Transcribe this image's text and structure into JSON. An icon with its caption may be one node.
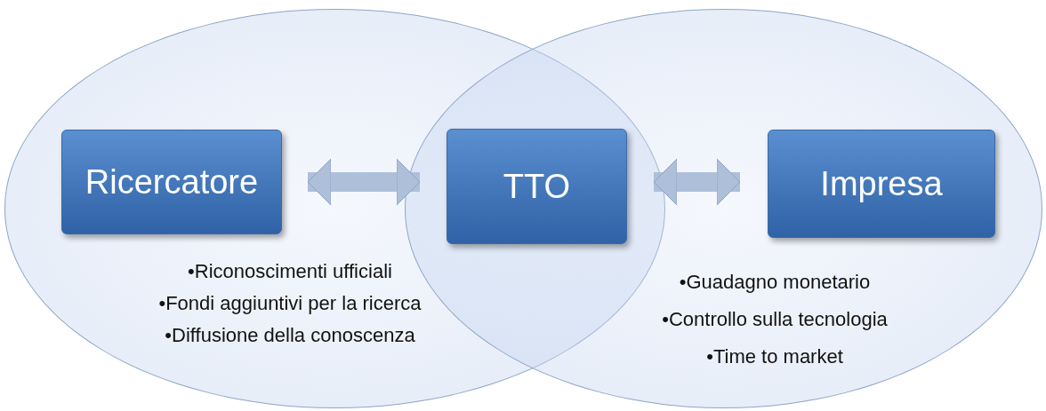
{
  "diagram": {
    "nodes": [
      {
        "text": [
          "•Riconoscimenti ufficiali",
          "•Fondi aggiuntivi per la ricerca",
          "•Diffusione della conoscenza"
        ]
      },
      {
        "text": [
          "Ricercatore"
        ],
        "in": 0
      },
      {
        "text": [
          "•Guadagno monetario",
          "•Controllo sulla tecnologia",
          "•Time to market"
        ]
      },
      {
        "text": [
          "Impresa"
        ],
        "in": 2
      },
      {
        "text": [
          "TTO"
        ]
      }
    ],
    "edges": [
      {
        "from": 1,
        "to": 4,
        "arrow": "both"
      },
      {
        "from": 4,
        "to": 3,
        "arrow": "both"
      }
    ]
  }
}
